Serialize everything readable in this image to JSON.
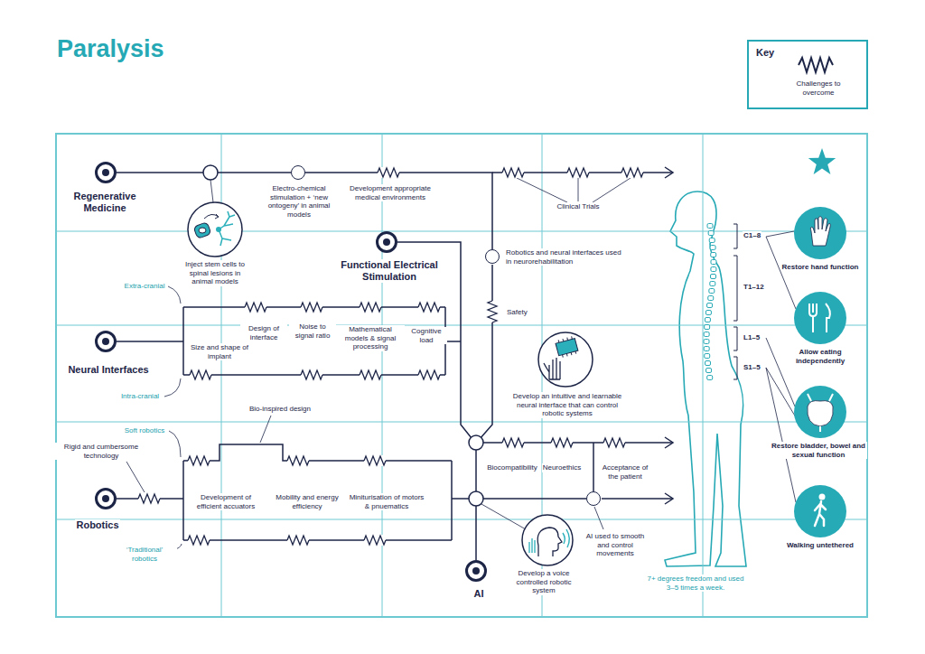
{
  "diagram": {
    "title": "Paralysis",
    "nodes": [
      {
        "text": [
          "Regenerative Medicine"
        ]
      },
      {
        "text": [
          "Inject stem cells to spinal lesions in animal models"
        ]
      },
      {
        "text": [
          "Electro-chemical stimulation + ‘new ontogeny’ in animal models"
        ]
      },
      {
        "text": [
          "Robotics and neural interfaces used in neurorehabilitation"
        ]
      },
      {
        "text": [
          "Functional Electrical Stimulation"
        ]
      },
      {
        "text": [
          "Neural Interfaces"
        ]
      },
      {
        "text": [
          "Develop an intuitive and learnable neural interface that can control robotic systems"
        ]
      },
      {
        "text": [
          "Robotics"
        ]
      },
      {
        "text": [
          "AI used to smooth and control movements"
        ]
      },
      {
        "text": [
          "Develop a voice controlled robotic system"
        ]
      },
      {
        "text": [
          "AI"
        ]
      },
      {
        "text": [
          "Restore hand function"
        ]
      },
      {
        "text": [
          "Allow eating independently"
        ]
      },
      {
        "text": [
          "Restore bladder, bowel and sexual function"
        ]
      },
      {
        "text": [
          "Walking untethered"
        ]
      }
    ],
    "edges": [
      {
        "from": 0,
        "to": 2,
        "arrow": "none"
      },
      {
        "from": 2,
        "to": 3,
        "arrow": "none"
      },
      {
        "from": 10,
        "to": 8,
        "arrow": "none"
      }
    ],
    "labels": [
      "Development appropriate medical environments",
      "Clinical Trials",
      "Safety",
      "Extra-cranial",
      "Intra-cranial",
      "Size and shape of implant",
      "Design of interface",
      "Noise to signal ratio",
      "Mathematical models & signal processing",
      "Cognitive load",
      "Bio-inspired design",
      "Soft robotics",
      "Rigid and cumbersome technology",
      "Development of efficient accuators",
      "Mobility and energy efficiency",
      "Miniturisation of motors & pnuematics",
      "‘Traditional’ robotics",
      "Biocompatibility",
      "Neuroethics",
      "Acceptance of the patient",
      "C1–8",
      "T1–12",
      "L1–5",
      "S1–5",
      "7+ degrees freedom and used 3–5 times a week.",
      "Key"
    ],
    "legend": [
      {
        "text": "Challenges to overcome"
      }
    ]
  }
}
